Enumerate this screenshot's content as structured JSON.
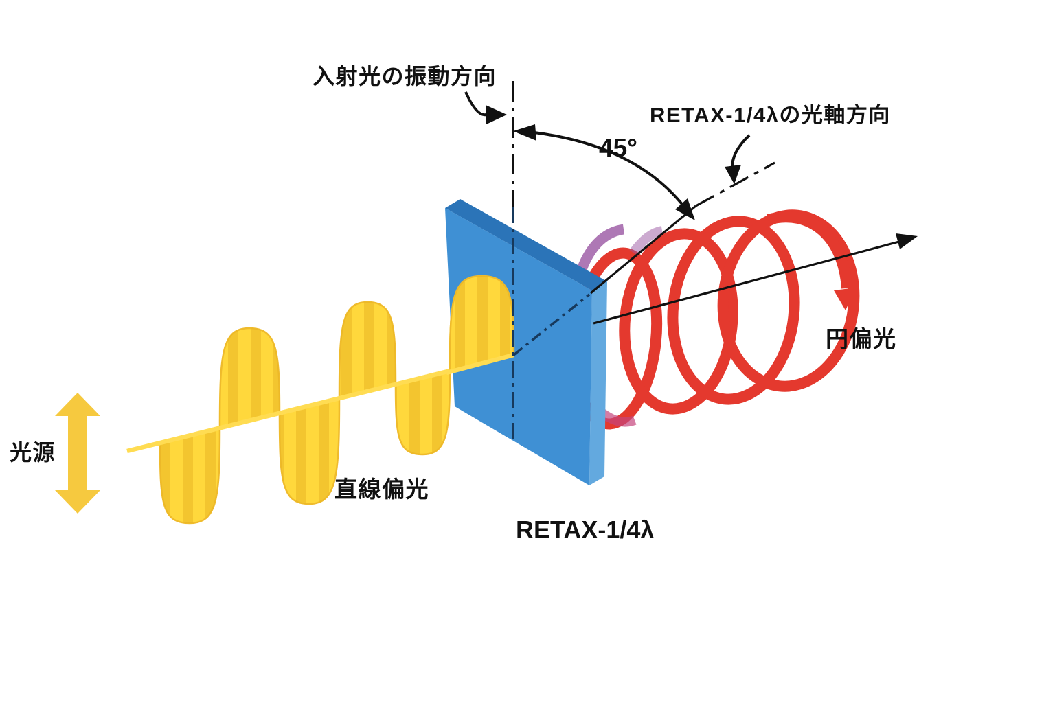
{
  "diagram": {
    "background": "#ffffff",
    "labels": {
      "incident_direction": "入射光の振動方向",
      "optical_axis_direction": "RETAX-1/4λの光軸方向",
      "angle": "45°",
      "light_source": "光源",
      "linear_polarization": "直線偏光",
      "plate": "RETAX-1/4λ",
      "circular_polarization": "円偏光"
    },
    "colors": {
      "plate_front": "#3f90d4",
      "plate_top_bevel": "#2b74b8",
      "plate_side_bevel": "#63a9df",
      "plate_guide_line": "#17395c",
      "wave_fill": "#ffd83c",
      "wave_stripe": "#e9b625",
      "wave_edge": "#efbb2c",
      "wave_axis_ribbon": "#ffdc52",
      "source_arrow": "#f6c93f",
      "helix_red": "#e4392e",
      "helix_purple": "#9a56a2",
      "helix_magenta": "#c4447c",
      "annotation": "#111111"
    }
  }
}
